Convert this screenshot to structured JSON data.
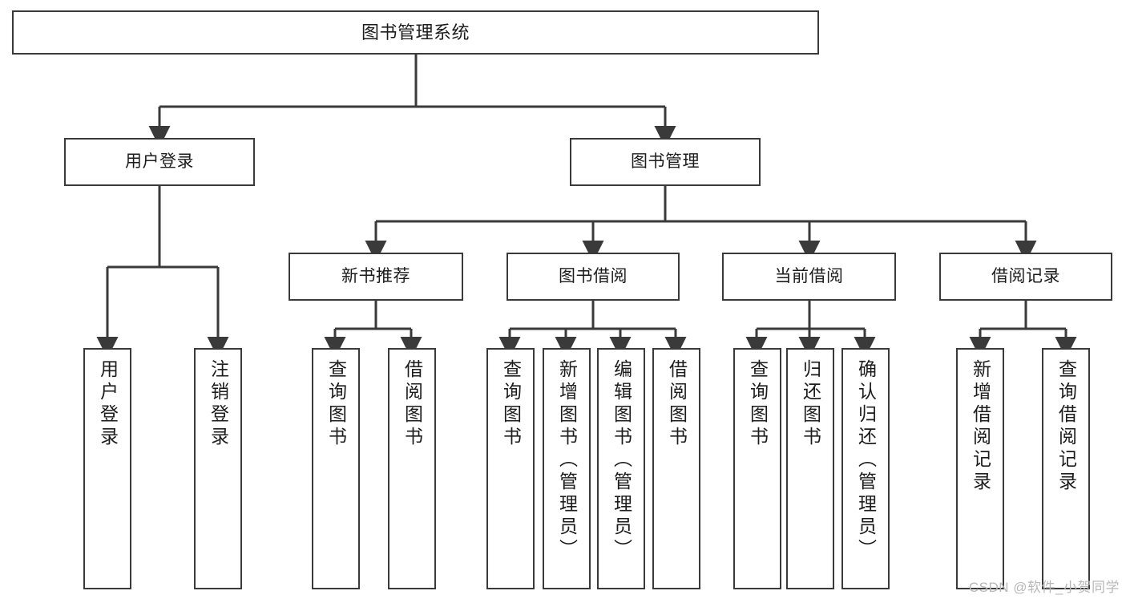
{
  "diagram": {
    "title": "图书管理系统",
    "watermark": "CSDN @软件_小贺同学",
    "stroke_color": "#3a3a3a",
    "background_color": "#ffffff",
    "text_color": "#1c1c1c",
    "nodes": {
      "root": "图书管理系统",
      "user_login": "用户登录",
      "book_manage": "图书管理",
      "new_book_recommend": "新书推荐",
      "book_borrow": "图书借阅",
      "current_borrow": "当前借阅",
      "borrow_record": "借阅记录",
      "leaf_user_login": "用户登录",
      "leaf_logout_login": "注销登录",
      "leaf_query_book_1": "查询图书",
      "leaf_borrow_book_1": "借阅图书",
      "leaf_query_book_2": "查询图书",
      "leaf_add_book_admin": "新增图书（管理员）",
      "leaf_edit_book_admin": "编辑图书（管理员）",
      "leaf_borrow_book_2": "借阅图书",
      "leaf_query_book_3": "查询图书",
      "leaf_return_book": "归还图书",
      "leaf_confirm_return_admin": "确认归还（管理员）",
      "leaf_add_borrow_record": "新增借阅记录",
      "leaf_query_borrow_record": "查询借阅记录"
    }
  }
}
